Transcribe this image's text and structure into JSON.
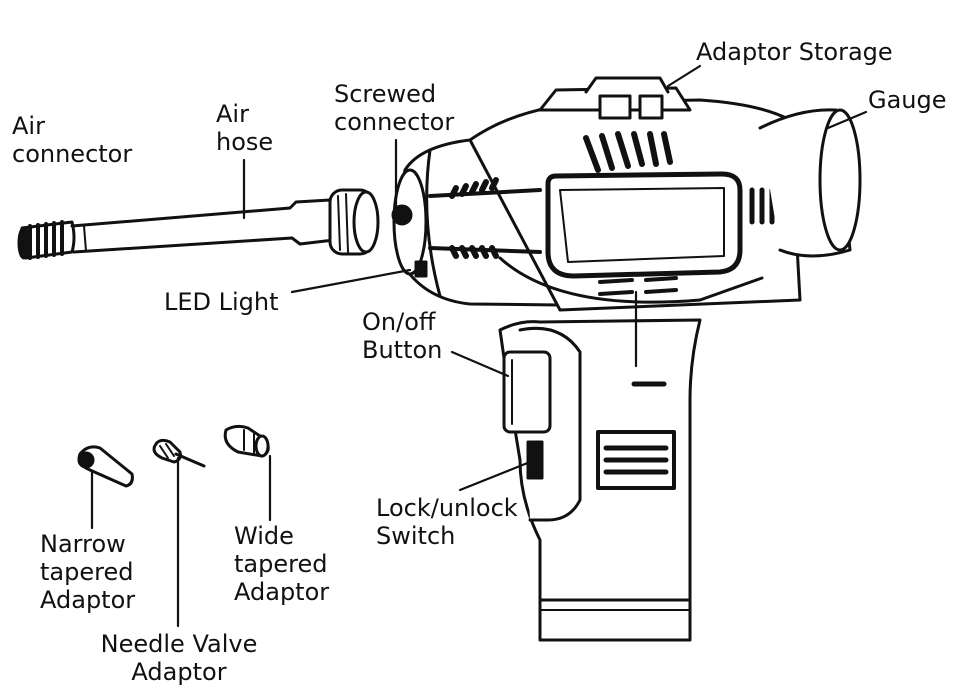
{
  "labels": {
    "air_connector": [
      "Air",
      "connector"
    ],
    "air_hose": [
      "Air",
      "hose"
    ],
    "screwed_connector": [
      "Screwed",
      "connector"
    ],
    "adaptor_storage": "Adaptor Storage",
    "gauge": "Gauge",
    "led_light": "LED Light",
    "on_off_button": [
      "On/off",
      "Button"
    ],
    "lock_unlock_switch": [
      "Lock/unlock",
      "Switch"
    ],
    "narrow_tapered_adaptor": [
      "Narrow",
      "tapered",
      "Adaptor"
    ],
    "needle_valve_adaptor": [
      "Needle Valve",
      "Adaptor"
    ],
    "wide_tapered_adaptor": [
      "Wide",
      "tapered",
      "Adaptor"
    ]
  },
  "colors": {
    "ink": "#111111",
    "paper": "#ffffff"
  }
}
